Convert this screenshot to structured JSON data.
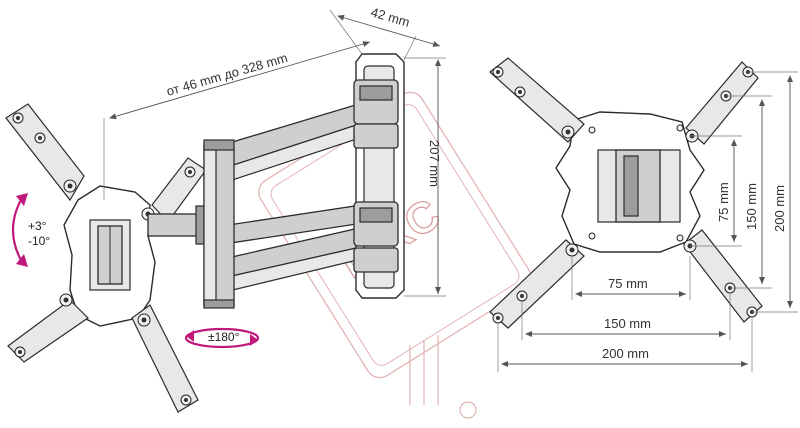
{
  "dimensions": {
    "depth_label": "42 mm",
    "extension_label": "от 46 mm до 328 mm",
    "wall_height_label": "207 mm",
    "vesa_inner_h_label": "75 mm",
    "vesa_mid_h_label": "150 mm",
    "vesa_outer_h_label": "200 mm",
    "vesa_inner_w_label": "75 mm",
    "vesa_mid_w_label": "150 mm",
    "vesa_outer_w_label": "200 mm"
  },
  "angles": {
    "tilt_up": "+3°",
    "tilt_down": "-10°",
    "swivel": "±180°"
  },
  "watermark": {
    "text": "NIKC",
    "color": "#d9a0a0"
  },
  "colors": {
    "line": "#2b2b2b",
    "metal": "#cfcfcf",
    "accent_arrows": "#c0177a"
  }
}
